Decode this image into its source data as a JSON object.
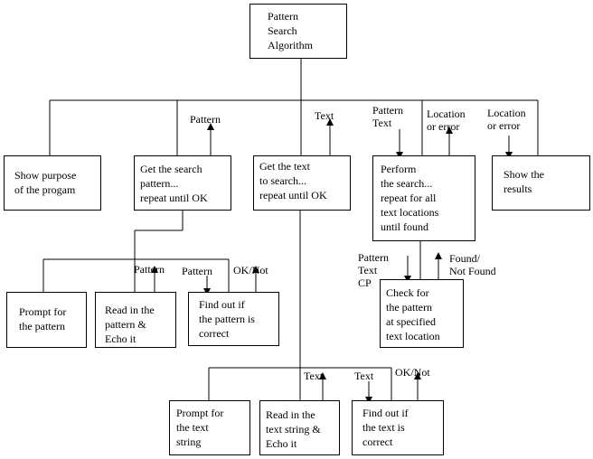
{
  "boxes": {
    "root": "Pattern\nSearch\nAlgorithm",
    "purpose": "Show purpose\nof the progam",
    "get_pattern": "Get the search\npattern...\nrepeat until OK",
    "get_text": "Get the text\nto search...\nrepeat until OK",
    "perform": "Perform\nthe search...\nrepeat for all\ntext locations\nuntil found",
    "show_results": "Show the\nresults",
    "prompt_pattern": "Prompt for\nthe pattern",
    "read_pattern": "Read in the\npattern &\nEcho it",
    "find_pattern": "Find out if\nthe pattern is\ncorrect",
    "check_pattern": "Check for\nthe pattern\nat specified\ntext location",
    "prompt_text": "Prompt for\nthe text\nstring",
    "read_text": "Read in the\ntext string &\nEcho it",
    "find_text": "Find out if\nthe text  is\ncorrect"
  },
  "labels": {
    "pattern_up": "Pattern",
    "text_up": "Text",
    "perform_in": "Pattern\nText",
    "perform_out": "Location\nor error",
    "results_in": "Location\nor error",
    "read_pattern_out": "Pattern",
    "find_pattern_in": "Pattern",
    "find_pattern_out": "OK/Not",
    "check_in": "Pattern\nText\nCP",
    "check_out": "Found/\nNot Found",
    "read_text_out": "Text",
    "find_text_in": "Text",
    "find_text_out": "OK/Not"
  }
}
